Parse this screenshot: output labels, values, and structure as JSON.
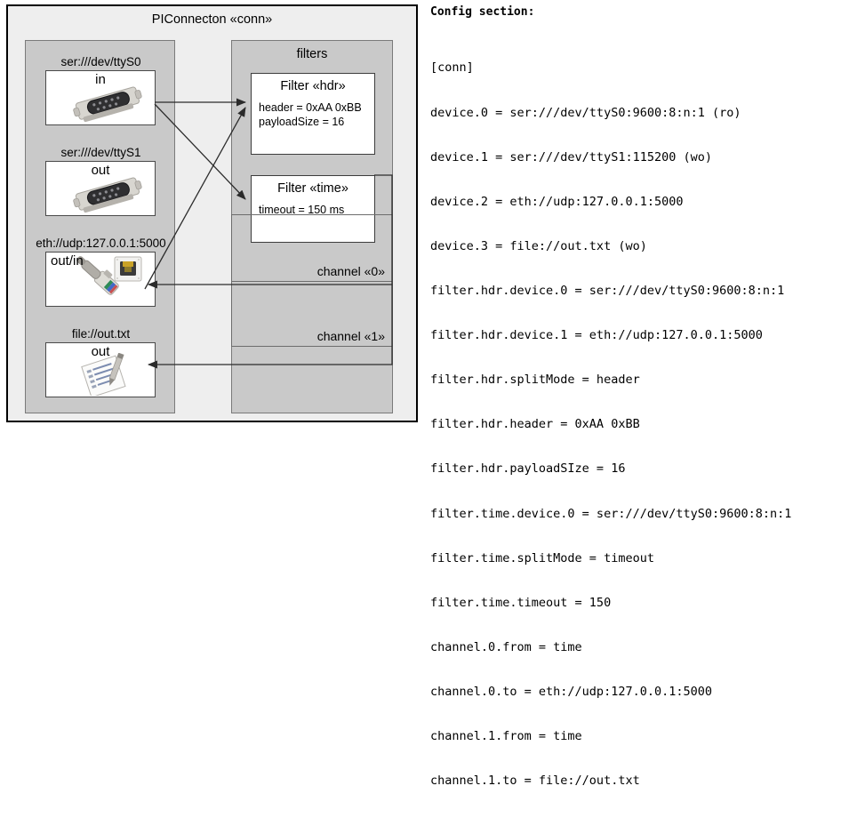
{
  "diagram": {
    "title": "PIConnecton «conn»",
    "devices_panel": {
      "title": "",
      "groups": [
        {
          "label": "ser:///dev/ttyS0",
          "direction": "in",
          "icon": "serial-port-icon"
        },
        {
          "label": "ser:///dev/ttyS1",
          "direction": "out",
          "icon": "serial-port-icon"
        },
        {
          "label": "eth://udp:127.0.0.1:5000",
          "direction": "out/in",
          "icon": "ethernet-icon"
        },
        {
          "label": "file://out.txt",
          "direction": "out",
          "icon": "document-pen-icon"
        }
      ]
    },
    "filters_panel": {
      "title": "filters",
      "filters": [
        {
          "title": "Filter «hdr»",
          "attrs": [
            "header = 0xAA 0xBB",
            "payloadSize = 16"
          ]
        },
        {
          "title": "Filter «time»",
          "attrs": [
            "timeout = 150 ms"
          ]
        }
      ],
      "channels": [
        {
          "label": "channel «0»"
        },
        {
          "label": "channel «1»"
        }
      ]
    }
  },
  "config": {
    "heading": "Config section:",
    "lines": [
      "[conn]",
      "device.0 = ser:///dev/ttyS0:9600:8:n:1 (ro)",
      "device.1 = ser:///dev/ttyS1:115200 (wo)",
      "device.2 = eth://udp:127.0.0.1:5000",
      "device.3 = file://out.txt (wo)",
      "filter.hdr.device.0 = ser:///dev/ttyS0:9600:8:n:1",
      "filter.hdr.device.1 = eth://udp:127.0.0.1:5000",
      "filter.hdr.splitMode = header",
      "filter.hdr.header = 0xAA 0xBB",
      "filter.hdr.payloadSIze = 16",
      "filter.time.device.0 = ser:///dev/ttyS0:9600:8:n:1",
      "filter.time.splitMode = timeout",
      "filter.time.timeout = 150",
      "channel.0.from = time",
      "channel.0.to = eth://udp:127.0.0.1:5000",
      "channel.1.from = time",
      "channel.1.to = file://out.txt"
    ]
  },
  "colors": {
    "frame_bg": "#eeeeee",
    "panel_bg": "#c9c9c9",
    "box_bg": "#ffffff",
    "line": "#3d3d3d"
  }
}
